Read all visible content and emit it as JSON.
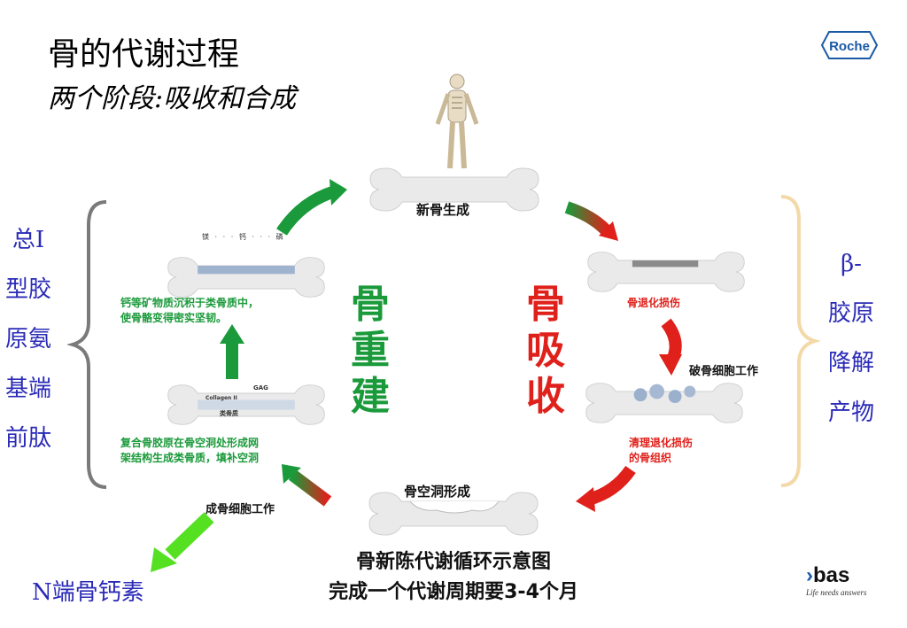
{
  "header": {
    "title": "骨的代谢过程",
    "subtitle": "两个阶段:吸收和合成"
  },
  "left_marker": {
    "lines": [
      "总Ⅰ",
      "型胶",
      "原氨",
      "基端",
      "前肽"
    ]
  },
  "right_marker": {
    "lines": [
      "β-",
      "胶原",
      "降解",
      "产物"
    ]
  },
  "bottom_left_marker": {
    "text": "N端骨钙素"
  },
  "diagram": {
    "stage_top": "新骨生成",
    "stage_right_1": "骨退化损伤",
    "stage_right_2": "破骨细胞工作",
    "stage_right_3_line1": "清理退化损伤",
    "stage_right_3_line2": "的骨组织",
    "stage_bottom": "骨空洞形成",
    "stage_bottom_left": "成骨细胞工作",
    "stage_left_1_line1": "复合骨胶原在骨空洞处形成网",
    "stage_left_1_line2": "架结构生成类骨质，填补空洞",
    "stage_left_1_tag1": "GAG",
    "stage_left_1_tag2": "Collagen II",
    "stage_left_1_tag3": "类骨质",
    "stage_left_2_line1": "钙等矿物质沉积于类骨质中，",
    "stage_left_2_line2": "使骨骼变得密实坚韧。",
    "minerals": [
      "镁",
      "钙",
      "磷"
    ],
    "center_left": [
      "骨",
      "重",
      "建"
    ],
    "center_right": [
      "骨",
      "吸",
      "收"
    ]
  },
  "caption": {
    "line1": "骨新陈代谢循环示意图",
    "line2": "完成一个代谢周期要3-4个月"
  },
  "logos": {
    "roche": "Roche",
    "ibas": "bas",
    "ibas_tagline": "Life needs answers"
  },
  "colors": {
    "green": "#1a9a3a",
    "red": "#e0201a",
    "side_text": "#2b2bb8",
    "left_bracket": "#7a7a7a",
    "right_bracket": "#f3d9a8"
  }
}
